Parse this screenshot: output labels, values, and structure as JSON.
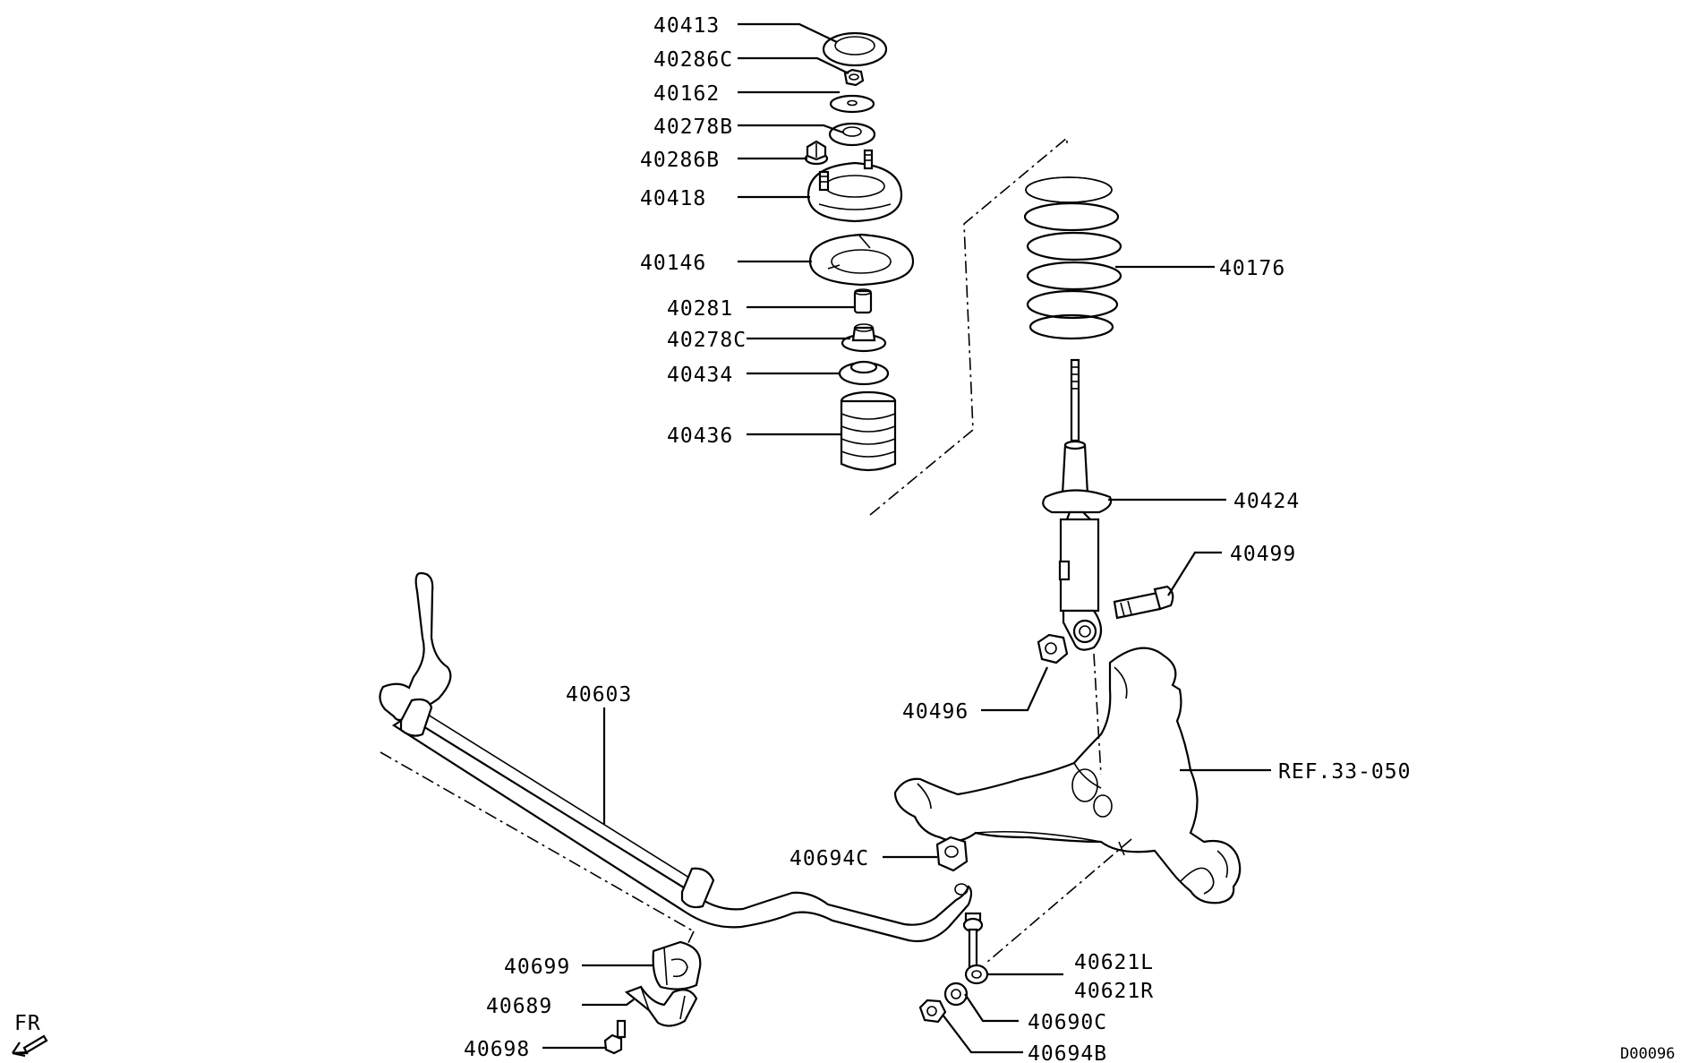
{
  "callouts": {
    "p40413": "40413",
    "p40286C": "40286C",
    "p40162": "40162",
    "p40278B": "40278B",
    "p40286B": "40286B",
    "p40418": "40418",
    "p40146": "40146",
    "p40281": "40281",
    "p40278C": "40278C",
    "p40434": "40434",
    "p40436": "40436",
    "p40176": "40176",
    "p40424": "40424",
    "p40499": "40499",
    "p40496": "40496",
    "ref": "REF.33-050",
    "p40603": "40603",
    "p40694C": "40694C",
    "p40621L": "40621L",
    "p40621R": "40621R",
    "p40699": "40699",
    "p40689": "40689",
    "p40690C": "40690C",
    "p40698": "40698",
    "p40694B": "40694B"
  },
  "direction": "FR",
  "diagram_code": "D00096",
  "icons": {
    "front_arrow": "front-direction-arrow-icon"
  }
}
